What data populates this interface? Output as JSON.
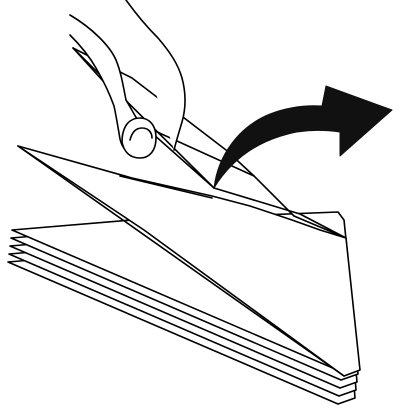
{
  "illustration": {
    "elements": [
      "envelope-stack",
      "top-envelope-flap",
      "hand",
      "curved-arrow"
    ],
    "colors": {
      "line": "#000000",
      "paper": "#ffffff",
      "arrow": "#111111"
    }
  }
}
